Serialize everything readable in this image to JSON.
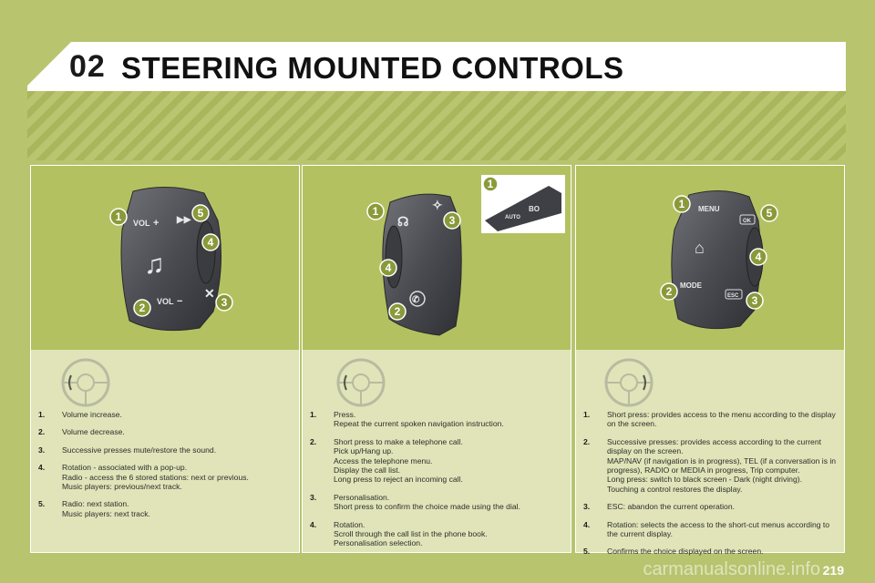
{
  "header": {
    "chapter": "02",
    "title": "STEERING MOUNTED CONTROLS"
  },
  "panels": [
    {
      "control_labels": {
        "vol_up": "VOL",
        "vol_down": "VOL"
      },
      "callouts": [
        "1",
        "2",
        "3",
        "4",
        "5"
      ],
      "items": [
        {
          "num": "1.",
          "text": "Volume increase."
        },
        {
          "num": "2.",
          "text": "Volume decrease."
        },
        {
          "num": "3.",
          "text": "Successive presses mute/restore the sound."
        },
        {
          "num": "4.",
          "text": "Rotation - associated with a pop-up.\nRadio - access the 6 stored stations: next or previous.\nMusic players: previous/next track."
        },
        {
          "num": "5.",
          "text": "Radio: next station.\nMusic players: next track."
        }
      ]
    },
    {
      "callouts": [
        "1",
        "2",
        "3",
        "4",
        "1"
      ],
      "inset_labels": {
        "a": "AUTO",
        "b": "BO"
      },
      "items": [
        {
          "num": "1.",
          "text": "Press.\nRepeat the current spoken navigation instruction."
        },
        {
          "num": "2.",
          "text": "Short press to make a telephone call.\nPick up/Hang up.\nAccess the telephone menu.\nDisplay the call list.\nLong press to reject an incoming call."
        },
        {
          "num": "3.",
          "text": "Personalisation.\nShort press to confirm the choice made using the dial."
        },
        {
          "num": "4.",
          "text": "Rotation.\nScroll through the call list in the phone book.\nPersonalisation selection."
        }
      ]
    },
    {
      "control_labels": {
        "menu": "MENU",
        "mode": "MODE",
        "ok": "OK",
        "esc": "ESC"
      },
      "callouts": [
        "1",
        "2",
        "3",
        "4",
        "5"
      ],
      "items": [
        {
          "num": "1.",
          "text": "Short press: provides access to the menu according to the display on the screen."
        },
        {
          "num": "2.",
          "text": "Successive presses: provides access according to the current display on the screen.\nMAP/NAV (if navigation is in progress), TEL (if a conversation is in progress), RADIO or MEDIA in progress, Trip computer.\nLong press: switch to black screen - Dark (night driving).\nTouching a control restores the display."
        },
        {
          "num": "3.",
          "text": "ESC: abandon the current operation."
        },
        {
          "num": "4.",
          "text": "Rotation: selects the access to the short-cut menus according to the current display."
        },
        {
          "num": "5.",
          "text": "Confirms the choice displayed on the screen."
        }
      ]
    }
  ],
  "footer": {
    "watermark": "carmanualsonline.info",
    "page_number": "219"
  },
  "colors": {
    "background": "#b8c46e",
    "panel_top": "#b4c161",
    "panel_bottom": "#e0e4b8",
    "callout_fill": "#8a9a3a",
    "stalk": "#4a4c52"
  }
}
